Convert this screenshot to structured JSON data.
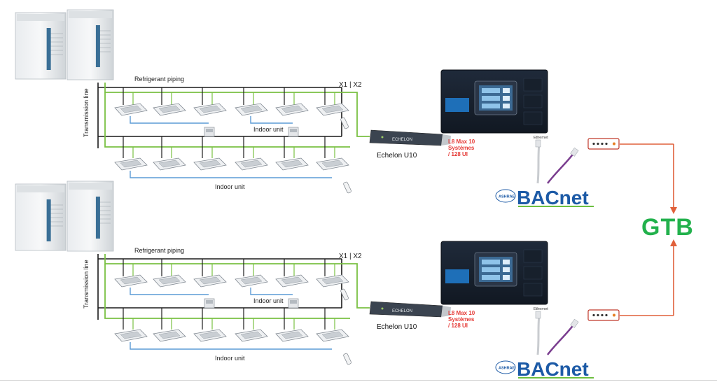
{
  "diagram": {
    "systems": [
      {
        "refrigerant_label": "Refrigerant piping",
        "transmission_label": "Transmission line",
        "bus_label": "X1 | X2",
        "indoor_label_mid": "Indoor unit",
        "indoor_label_bottom": "Indoor unit",
        "gateway_label": "Echelon U10",
        "usb_brand": "ECHELON",
        "capacity_lines": [
          "L8 Max 10",
          "Systèmes",
          "/ 128 UI"
        ],
        "ethernet_label": "Ethernet",
        "bacnet_brand": "ASHRAE",
        "bacnet_label": "BACnet"
      },
      {
        "refrigerant_label": "Refrigerant piping",
        "transmission_label": "Transmission line",
        "bus_label": "X1 | X2",
        "indoor_label_mid": "Indoor unit",
        "indoor_label_bottom": "Indoor unit",
        "gateway_label": "Echelon U10",
        "usb_brand": "ECHELON",
        "capacity_lines": [
          "L8 Max 10",
          "Systèmes",
          "/ 128 UI"
        ],
        "ethernet_label": "Ethernet",
        "bacnet_brand": "ASHRAE",
        "bacnet_label": "BACnet"
      }
    ],
    "target_label": "GTB",
    "colors": {
      "refrigerant": "#7ac143",
      "transmission": "#1a1a1a",
      "indoor_link": "#5b9bd5",
      "network": "#e0603a",
      "gtb": "#22b14c",
      "capacity_text": "#e53935",
      "bacnet_blue": "#1c5aa6",
      "bacnet_green": "#6cbf3f"
    }
  }
}
